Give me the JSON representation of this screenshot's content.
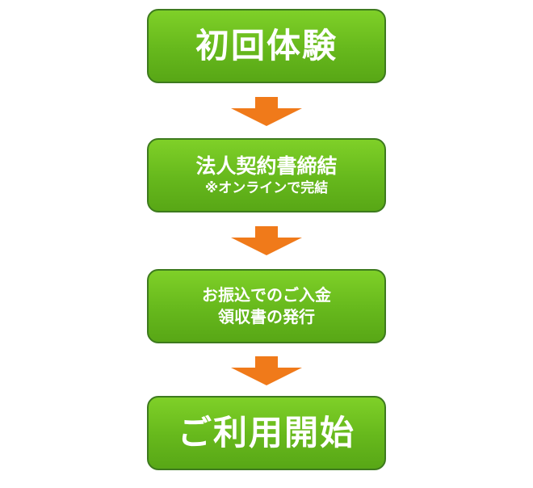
{
  "steps": [
    {
      "lines": [
        "初回体験"
      ]
    },
    {
      "lines": [
        "法人契約書締結",
        "※オンラインで完結"
      ]
    },
    {
      "lines": [
        "お振込でのご入金",
        "領収書の発行"
      ]
    },
    {
      "lines": [
        "ご利用開始"
      ]
    }
  ],
  "colors": {
    "box_fill": "#66b81c",
    "box_border": "#3d7a1e",
    "text": "#ffffff",
    "arrow": "#f07a1a"
  }
}
